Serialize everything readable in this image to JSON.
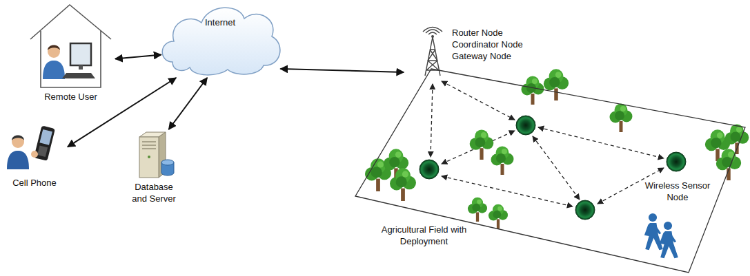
{
  "diagram": {
    "nodes": [
      {
        "text": [
          "Remote User"
        ]
      },
      {
        "text": [
          "Internet"
        ]
      },
      {
        "text": [
          "Router Node",
          "Coordinator Node",
          "Gateway Node"
        ]
      },
      {
        "text": [
          "Cell Phone"
        ]
      },
      {
        "text": [
          "Database and Server"
        ]
      },
      {
        "text": [
          "Agricultural Field with Deployment"
        ]
      },
      {
        "text": [
          "Wireless Sensor Node"
        ],
        "in": 5
      }
    ],
    "edges": [
      {
        "from": 0,
        "to": 1,
        "arrow": "both"
      },
      {
        "from": 1,
        "to": 3,
        "arrow": "both"
      },
      {
        "from": 1,
        "to": 4,
        "arrow": "both"
      },
      {
        "from": 1,
        "to": 5,
        "arrow": "both"
      }
    ]
  }
}
